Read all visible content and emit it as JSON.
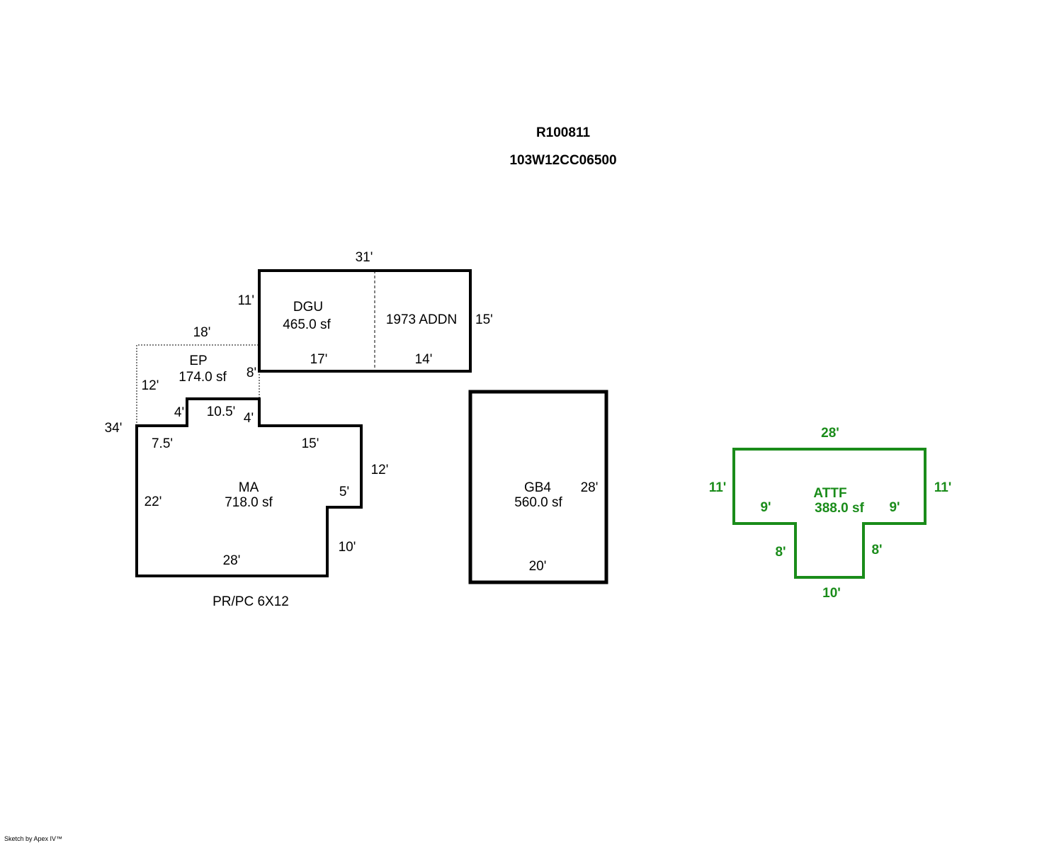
{
  "header": {
    "record_id": "R100811",
    "parcel_id": "103W12CC06500"
  },
  "footer": {
    "credit": "Sketch by Apex IV™"
  },
  "colors": {
    "outline": "#000000",
    "attached_area": "#1a8c1a"
  },
  "areas": {
    "dgu": {
      "code": "DGU",
      "area": "465.0 sf",
      "sub_label": "1973 ADDN",
      "dims": {
        "top": "31'",
        "left": "11'",
        "right": "15'",
        "bottom_left": "17'",
        "bottom_right": "14'"
      }
    },
    "ep": {
      "code": "EP",
      "area": "174.0 sf",
      "dims": {
        "top": "18'",
        "left": "12'",
        "right": "8'"
      }
    },
    "ma": {
      "code": "MA",
      "area": "718.0 sf",
      "note": "PR/PC 6X12",
      "dims": {
        "overall_left": "34'",
        "step_left": "4'",
        "step_top": "10.5'",
        "step_right": "4'",
        "top_left": "7.5'",
        "top_right": "15'",
        "right_upper": "12'",
        "notch": "5'",
        "right_lower": "10'",
        "bottom": "28'",
        "left": "22'"
      }
    },
    "gb4": {
      "code": "GB4",
      "area": "560.0 sf",
      "dims": {
        "right": "28'",
        "bottom": "20'"
      }
    },
    "attf": {
      "code": "ATTF",
      "area": "388.0 sf",
      "dims": {
        "top": "28'",
        "left": "11'",
        "right": "11'",
        "inner_left": "9'",
        "inner_right": "9'",
        "stem_left": "8'",
        "stem_right": "8'",
        "bottom": "10'"
      }
    }
  }
}
